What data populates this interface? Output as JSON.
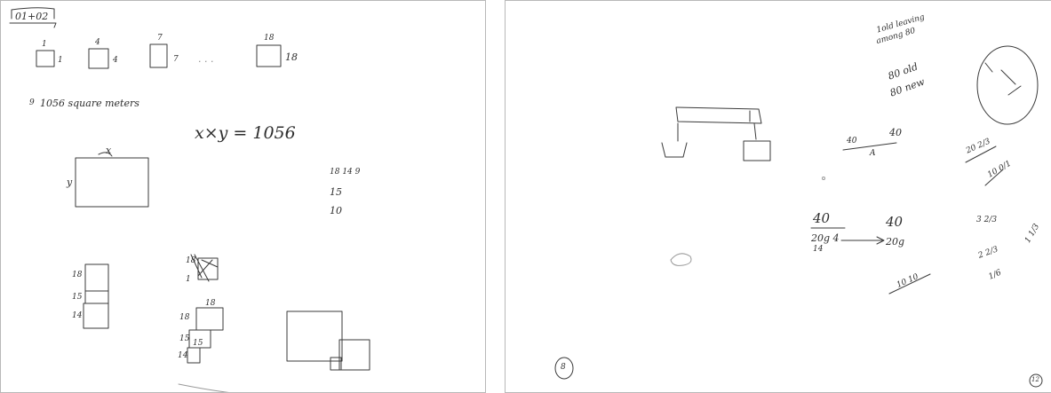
{
  "left_page": {
    "header": "01+02",
    "sequence": {
      "labels": [
        "1",
        "1",
        "4",
        "4",
        "7",
        "7",
        "18",
        "18"
      ],
      "ellipsis": ". . ."
    },
    "problem": "1056 square meters",
    "bullet": "9",
    "equation": "x×y = 1056",
    "rect_labels": {
      "top": "x",
      "side": "y"
    },
    "factor_notes": [
      "18 14 9",
      "15",
      "10"
    ],
    "stack_labels": [
      "18",
      "15",
      "14"
    ],
    "small_labels": [
      "18",
      "1"
    ],
    "staircase_labels": [
      "18",
      "18",
      "15",
      "15",
      "14"
    ]
  },
  "right_page": {
    "top_note_line1": "1old leaving",
    "top_note_line2": "among 80",
    "mid_note_line1": "80 old",
    "mid_note_line2": "80 new",
    "fraction_40_40": [
      "40",
      "40"
    ],
    "fraction_small": "A",
    "exchange": {
      "left_top": "40",
      "right_top": "40",
      "left_bottom": "20g 4",
      "left_under": "14",
      "right_bottom": "20g"
    },
    "fractions_right": [
      "20 2/3",
      "10 0/1",
      "3 2/3",
      "2 2/3",
      "1/6",
      "1 1/3"
    ],
    "tally": "10 10",
    "page_circle_left": "8",
    "page_number": "12"
  }
}
